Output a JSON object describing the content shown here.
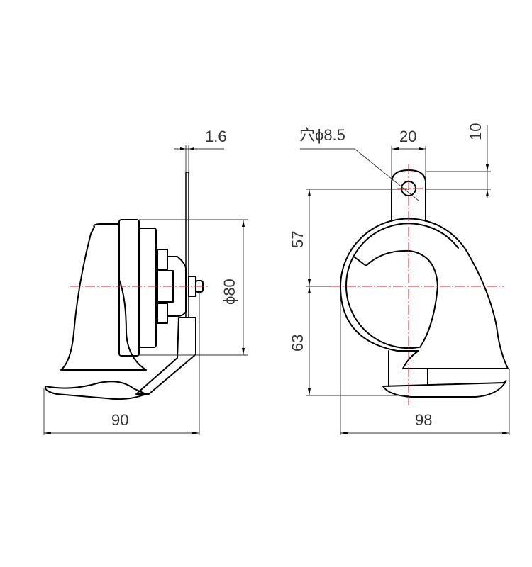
{
  "drawing": {
    "title": "Horn dimensional drawing (side view and front view)",
    "side_view": {
      "dimensions": {
        "bracket_thickness": "1.6",
        "diameter": "ϕ80",
        "overall_depth": "90"
      }
    },
    "front_view": {
      "dimensions": {
        "mount_hole": "穴ϕ8.5",
        "tab_width": "20",
        "tab_offset": "10",
        "upper_height": "57",
        "lower_height": "63",
        "overall_width": "98"
      }
    },
    "colors": {
      "outline": "#000000",
      "dimension_line": "#333333",
      "center_line": "#e0202a",
      "background": "#ffffff"
    }
  }
}
